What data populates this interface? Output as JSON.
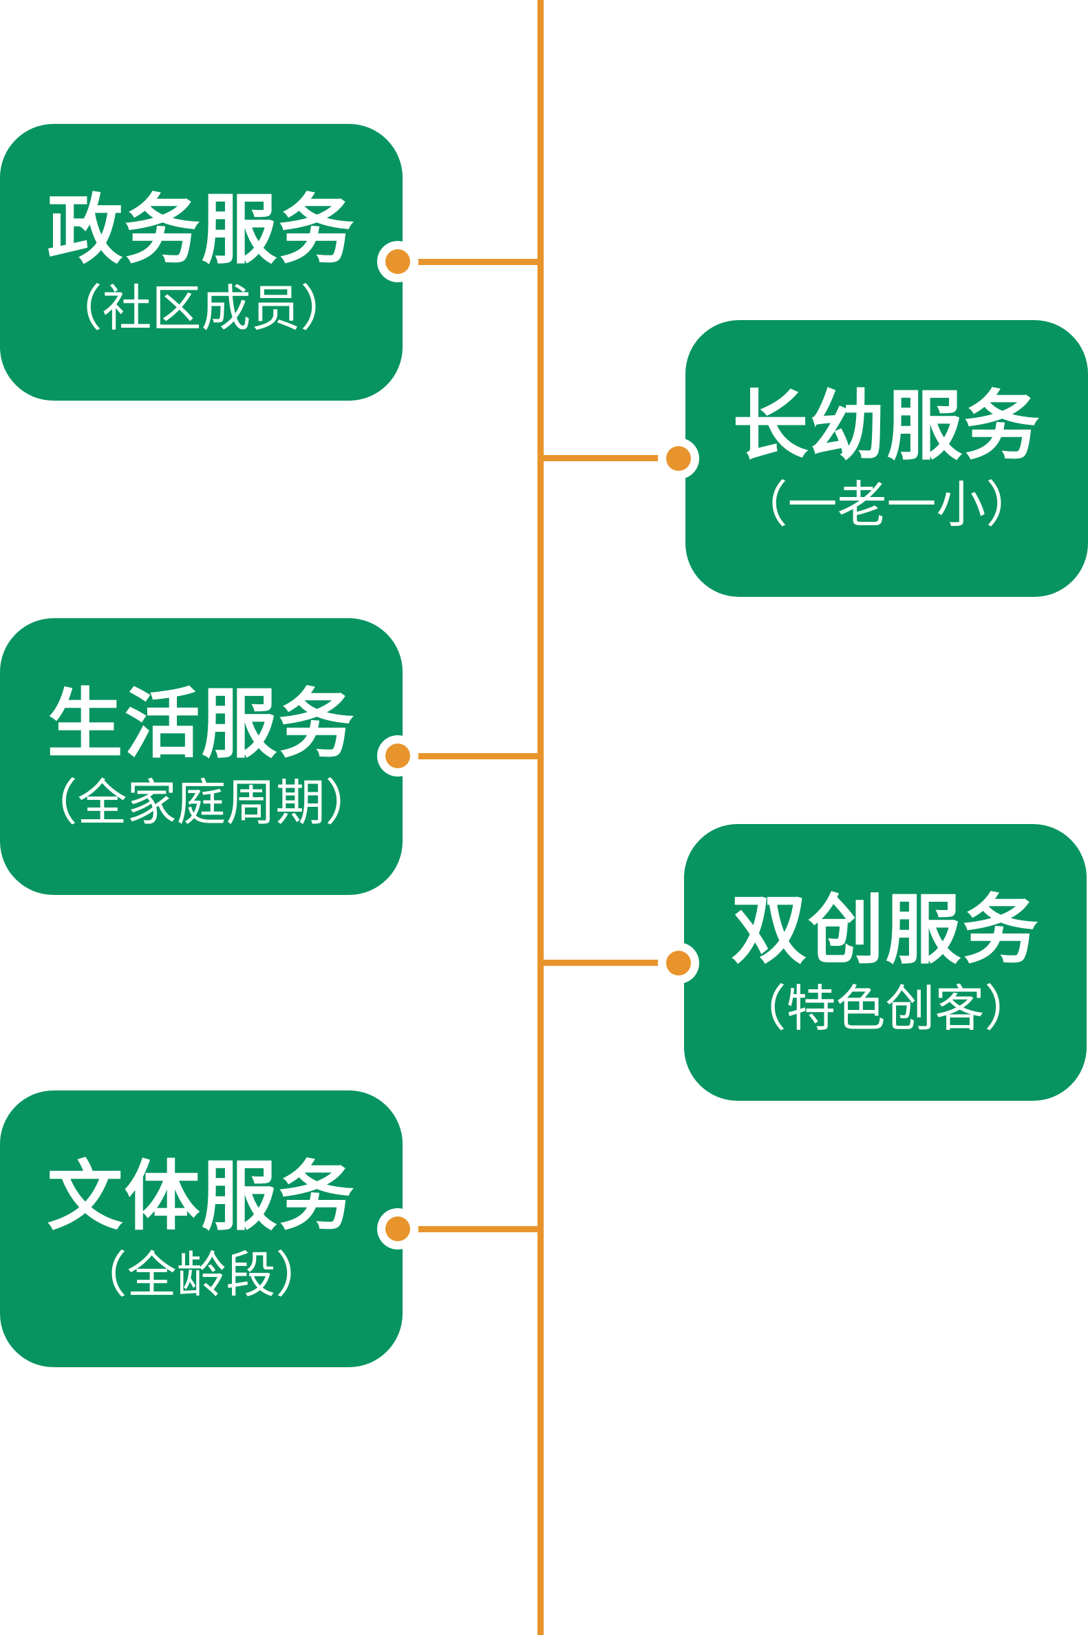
{
  "colors": {
    "card": "#079461",
    "line": "#e8942c",
    "text": "#ffffff"
  },
  "services": [
    {
      "title": "政务服务",
      "subtitle": "（社区成员）",
      "side": "left"
    },
    {
      "title": "长幼服务",
      "subtitle": "（一老一小）",
      "side": "right"
    },
    {
      "title": "生活服务",
      "subtitle": "（全家庭周期）",
      "side": "left"
    },
    {
      "title": "双创服务",
      "subtitle": "（特色创客）",
      "side": "right"
    },
    {
      "title": "文体服务",
      "subtitle": "（全龄段）",
      "side": "left"
    }
  ]
}
